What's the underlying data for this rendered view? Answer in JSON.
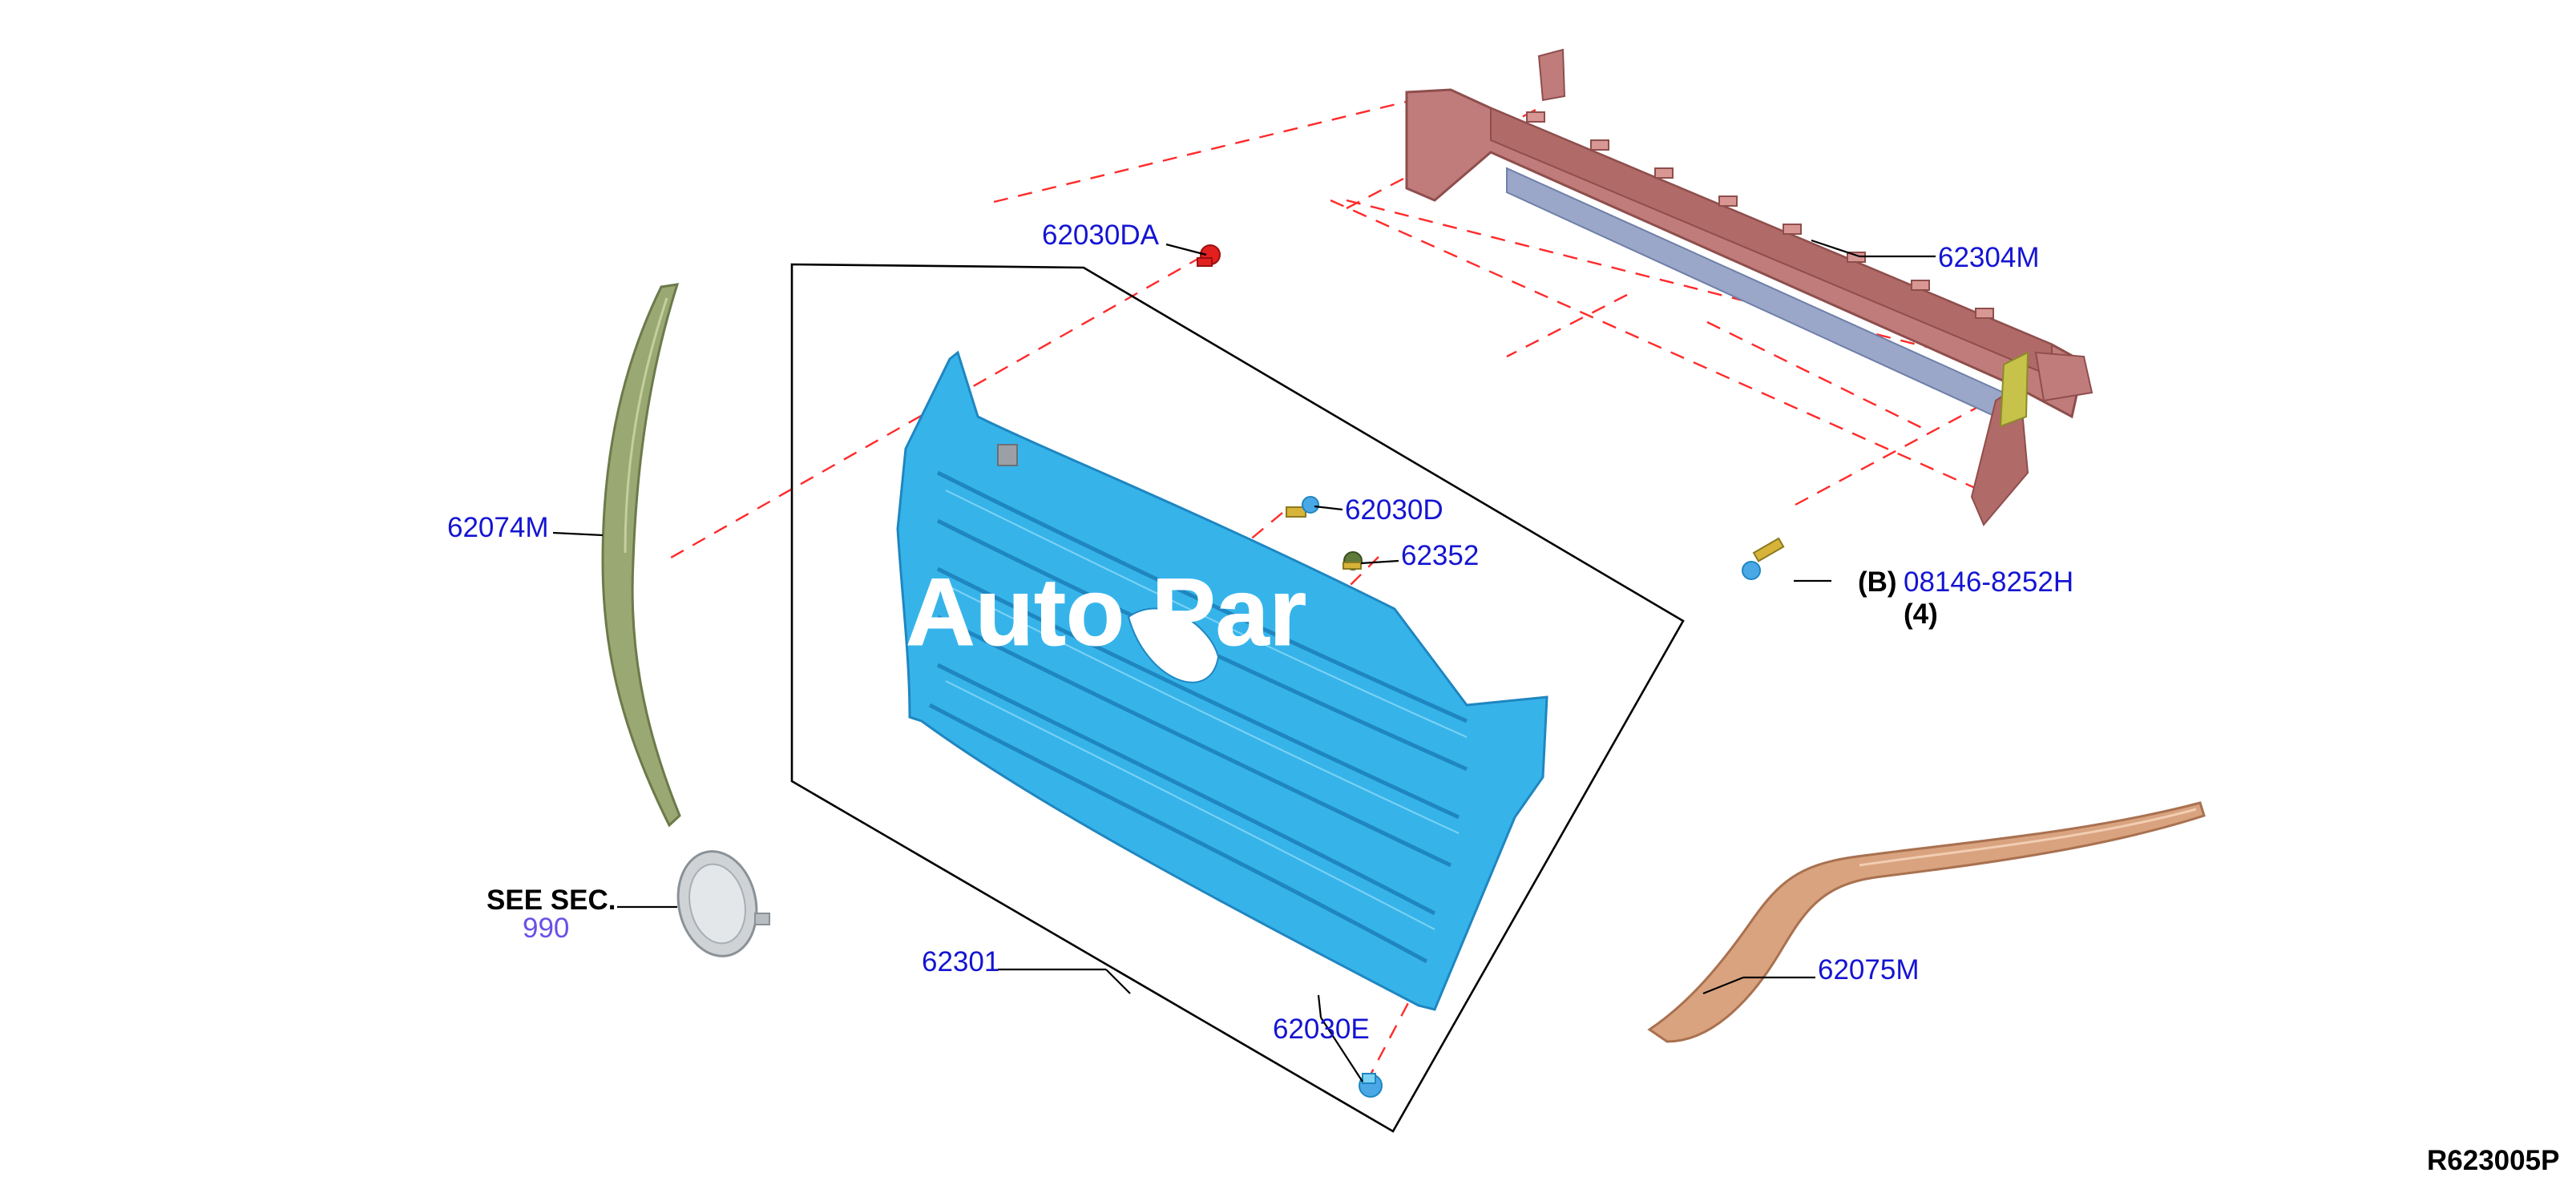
{
  "diagram": {
    "drawing_id": "R623005P",
    "watermark": "Auto Par",
    "colors": {
      "label": "#1414d2",
      "label_secondary": "#6a50e6",
      "leader": "#000000",
      "dash": "#ff2a2a",
      "grille": "#36b4ea",
      "grille_dark": "#1f86c0",
      "support": "#c07c7a",
      "support_dark": "#8e4e4c",
      "trim_left": "#9aa873",
      "trim_right": "#d9a37f",
      "emblem": "#cfd3d6",
      "fastener_red": "#e22020",
      "fastener_blue": "#4aa8e6",
      "fastener_yellow": "#d7b33a",
      "fastener_green": "#5f7a3a"
    },
    "labels": {
      "p62030DA": "62030DA",
      "p62304M": "62304M",
      "p62074M": "62074M",
      "p62030D": "62030D",
      "p62352": "62352",
      "p62301": "62301",
      "p62030E": "62030E",
      "p62075M": "62075M",
      "see_sec": "SEE SEC.",
      "see_sec_num": "990",
      "bolt_prefix": "(B)",
      "bolt_part": "08146-8252H",
      "bolt_qty": "(4)"
    }
  }
}
